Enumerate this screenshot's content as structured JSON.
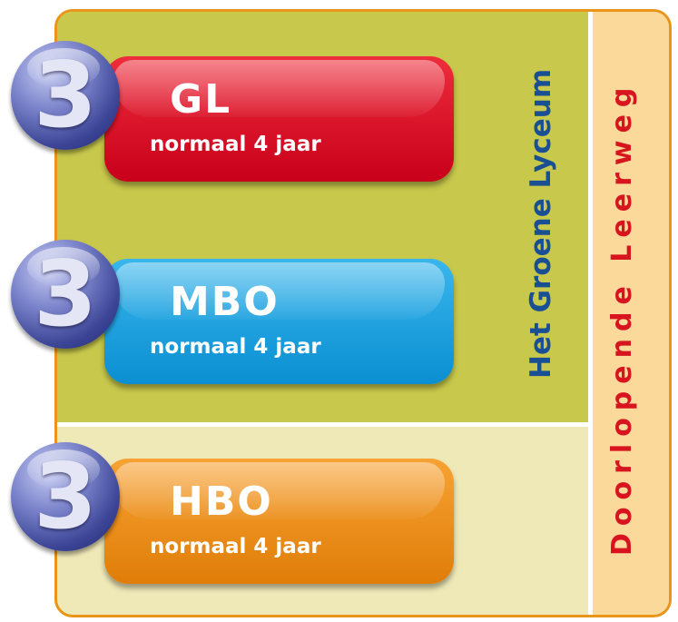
{
  "tracks": [
    {
      "badge": "3",
      "title": "GL",
      "subtitle": "normaal 4 jaar",
      "color": "#d8101f"
    },
    {
      "badge": "3",
      "title": "MBO",
      "subtitle": "normaal 4 jaar",
      "color": "#1aa0e0"
    },
    {
      "badge": "3",
      "title": "HBO",
      "subtitle": "normaal 4 jaar",
      "color": "#ee8a12"
    }
  ],
  "labels": {
    "school": "Het Groene Lyceum",
    "pathway": "Doorlopende Leerweg"
  },
  "colors": {
    "frame_border": "#e8951a",
    "olive_panel": "#c8c84c",
    "cream_panel": "#efe9b8",
    "peach_column": "#fbd99a",
    "school_text": "#1a4f93",
    "pathway_text": "#d8141f",
    "badge": "#3c4596"
  }
}
